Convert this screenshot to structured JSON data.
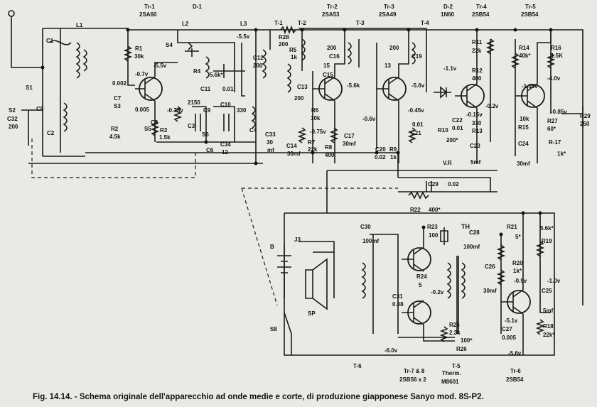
{
  "caption": "Fig. 14.14. - Schema originale dell'apparecchio ad onde medie e corte, di produzione giapponese Sanyo mod. 8S-P2.",
  "transistors": [
    {
      "id": "Tr-1",
      "type": "2SA60"
    },
    {
      "id": "Tr-2",
      "type": "2SA53"
    },
    {
      "id": "Tr-3",
      "type": "2SA49"
    },
    {
      "id": "Tr-4",
      "type": "2SB54"
    },
    {
      "id": "Tr-5",
      "type": "2SB54"
    },
    {
      "id": "Tr-6",
      "type": "2SB54"
    },
    {
      "id": "Tr-7 & 8",
      "type": "2SB56 x 2"
    }
  ],
  "diodes": [
    {
      "id": "D-1"
    },
    {
      "id": "D-2",
      "type": "1N60"
    }
  ],
  "labels": {
    "tr1": "Tr-1",
    "tr1t": "2SA60",
    "d1": "D-1",
    "tr2": "Tr-2",
    "tr2t": "2SA53",
    "tr3": "Tr-3",
    "tr3t": "2SA49",
    "d2": "D-2",
    "d2t": "1N60",
    "tr4": "Tr-4",
    "tr4t": "2SB54",
    "tr5": "Tr-5",
    "tr5t": "2SB54",
    "l1": "L1",
    "l2": "L2",
    "l3": "L3",
    "t1": "T-1",
    "t2": "T-2",
    "t3": "T-3",
    "t4": "T-4",
    "v55a": "-5.5v",
    "v55b": "-5.5v",
    "r28": "R28",
    "r28v": "200",
    "r5": "R5",
    "r5v": "1k",
    "s4": "S4",
    "c1": "C1",
    "s1": "S1",
    "c5": "C5",
    "s2": "S2",
    "c32": "C32",
    "c32v": "200",
    "c2": "C2",
    "r1": "R1",
    "r1v": "30k",
    "v07": "-0.7v",
    "v55c": "-5.5v",
    "c6a": "0.002",
    "c7": "C7",
    "s3": "S3",
    "v0005": "0.005",
    "r2": "R2",
    "r2v": "4.5k",
    "r3": "R3",
    "r3v": "1.5k",
    "s5": "S5",
    "c8": "C8",
    "v075": "-0.75v",
    "r4": "R4",
    "v2150": "2150",
    "c11": "C11",
    "c11v": "0.01",
    "v56k": "5.6k*",
    "c9": "C9",
    "c10": "C10",
    "v330": "330",
    "c3": "C3",
    "s6": "S6",
    "c6": "C6",
    "c34": "C34",
    "c34v": "12",
    "c4": "C4",
    "c12": "C12",
    "c12v": "200",
    "c33": "C33",
    "c33v": "30",
    "c33m": "mf",
    "c13": "C13",
    "c13v": "200",
    "v200a": "200",
    "v200b": "200",
    "c16": "C16",
    "c15": "C15",
    "v15": "15",
    "v56b": "-5.6k",
    "r6": "R6",
    "r6v": "10k",
    "v075b": "-0.75v",
    "c14": "C14",
    "c14v": "30mf",
    "r7": "R7",
    "r7v": "22k",
    "r8": "R8",
    "r8v": "400",
    "c17": "C17",
    "c17v": "30mf",
    "v06": "-0.6v",
    "v13": "13",
    "c19": "C19",
    "v56c": "-5.6v",
    "v045": "-0.45v",
    "c20": "C20",
    "c20v": "0.02",
    "r9": "R9",
    "r9v": "1k",
    "c21": "C21",
    "v001": "0.01",
    "r10": "R10",
    "vr": "V.R",
    "v11": "-1.1v",
    "r11": "R11",
    "r11v": "22k",
    "r12": "R12",
    "r12v": "400",
    "c22": "C22",
    "c22v": "0.01",
    "v015": "-0.15v",
    "v02": "-0.2v",
    "v330b": "330",
    "r13": "R13",
    "v200c": "200*",
    "c23": "C23",
    "c23v": "5mf",
    "r14": "R14",
    "r14v": "40k*",
    "r16": "R16",
    "r16v": "1.5K",
    "v105": "-1.05v",
    "v40": "-4.0v",
    "v10k": "10k",
    "r15": "R15",
    "v085": "-0.85v",
    "r27": "R27",
    "r27v": "60*",
    "r29": "R29",
    "r29v": "250",
    "c24": "C24",
    "c24v": "30mf",
    "r17": "R-17",
    "r17v": "1k*",
    "c29": "C29",
    "c29v": "0.02",
    "r22": "R22",
    "r22v": "400*",
    "j3": "J3",
    "b": "B",
    "sp": "SP",
    "s8": "S8",
    "c30": "C30",
    "c30v": "100mf",
    "r23": "R23",
    "r23v": "100",
    "th": "TH",
    "c28": "C28",
    "c28v": "100mf",
    "r21": "R21",
    "r21v": "5*",
    "r19": "R19",
    "v56kb": "5.6k*",
    "r24": "R24",
    "r24v": "5",
    "c31": "C31",
    "c31v": "0.08",
    "v02b": "-0.2v",
    "c26": "C26",
    "c26v": "30mf",
    "r20": "R20",
    "r20v": "1k*",
    "v09": "-0.9v",
    "v10": "-1.0v",
    "c25": "C25",
    "c25v": "5mf",
    "r25": "R25",
    "r25v": "2.3k",
    "v51": "-5.1v",
    "c27": "C27",
    "c27v": "0.005",
    "r18": "R18",
    "r18v": "22k*",
    "v60": "-6.0v",
    "r26": "R26",
    "v100": "100*",
    "t5": "T-5",
    "v56d": "-5.6v",
    "t6": "T-6",
    "tr78": "Tr-7 & 8",
    "tr78t": "2SB56 x 2",
    "therm": "Therm.",
    "thermt": "M8601",
    "tr6": "Tr-6",
    "tr6t": "2SB54"
  }
}
